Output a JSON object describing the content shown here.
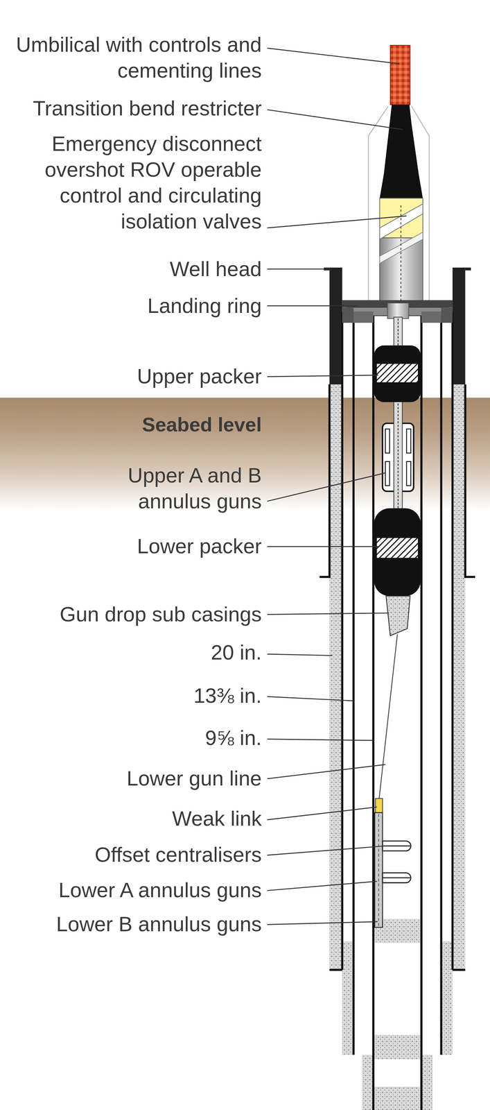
{
  "diagram": {
    "nodes": [
      {
        "text": [
          "Seabed level"
        ]
      }
    ],
    "labels": [
      "Umbilical with controls and cementing lines",
      "Transition bend restricter",
      "Emergency disconnect overshot ROV operable control and circulating isolation valves",
      "Well head",
      "Landing ring",
      "Upper packer",
      "Upper A and B annulus guns",
      "Lower packer",
      "Gun drop sub casings",
      "20 in.",
      "13⅜ in.",
      "9⅝ in.",
      "Lower gun line",
      "Weak link",
      "Offset centralisers",
      "Lower A annulus guns",
      "Lower B annulus guns"
    ]
  }
}
